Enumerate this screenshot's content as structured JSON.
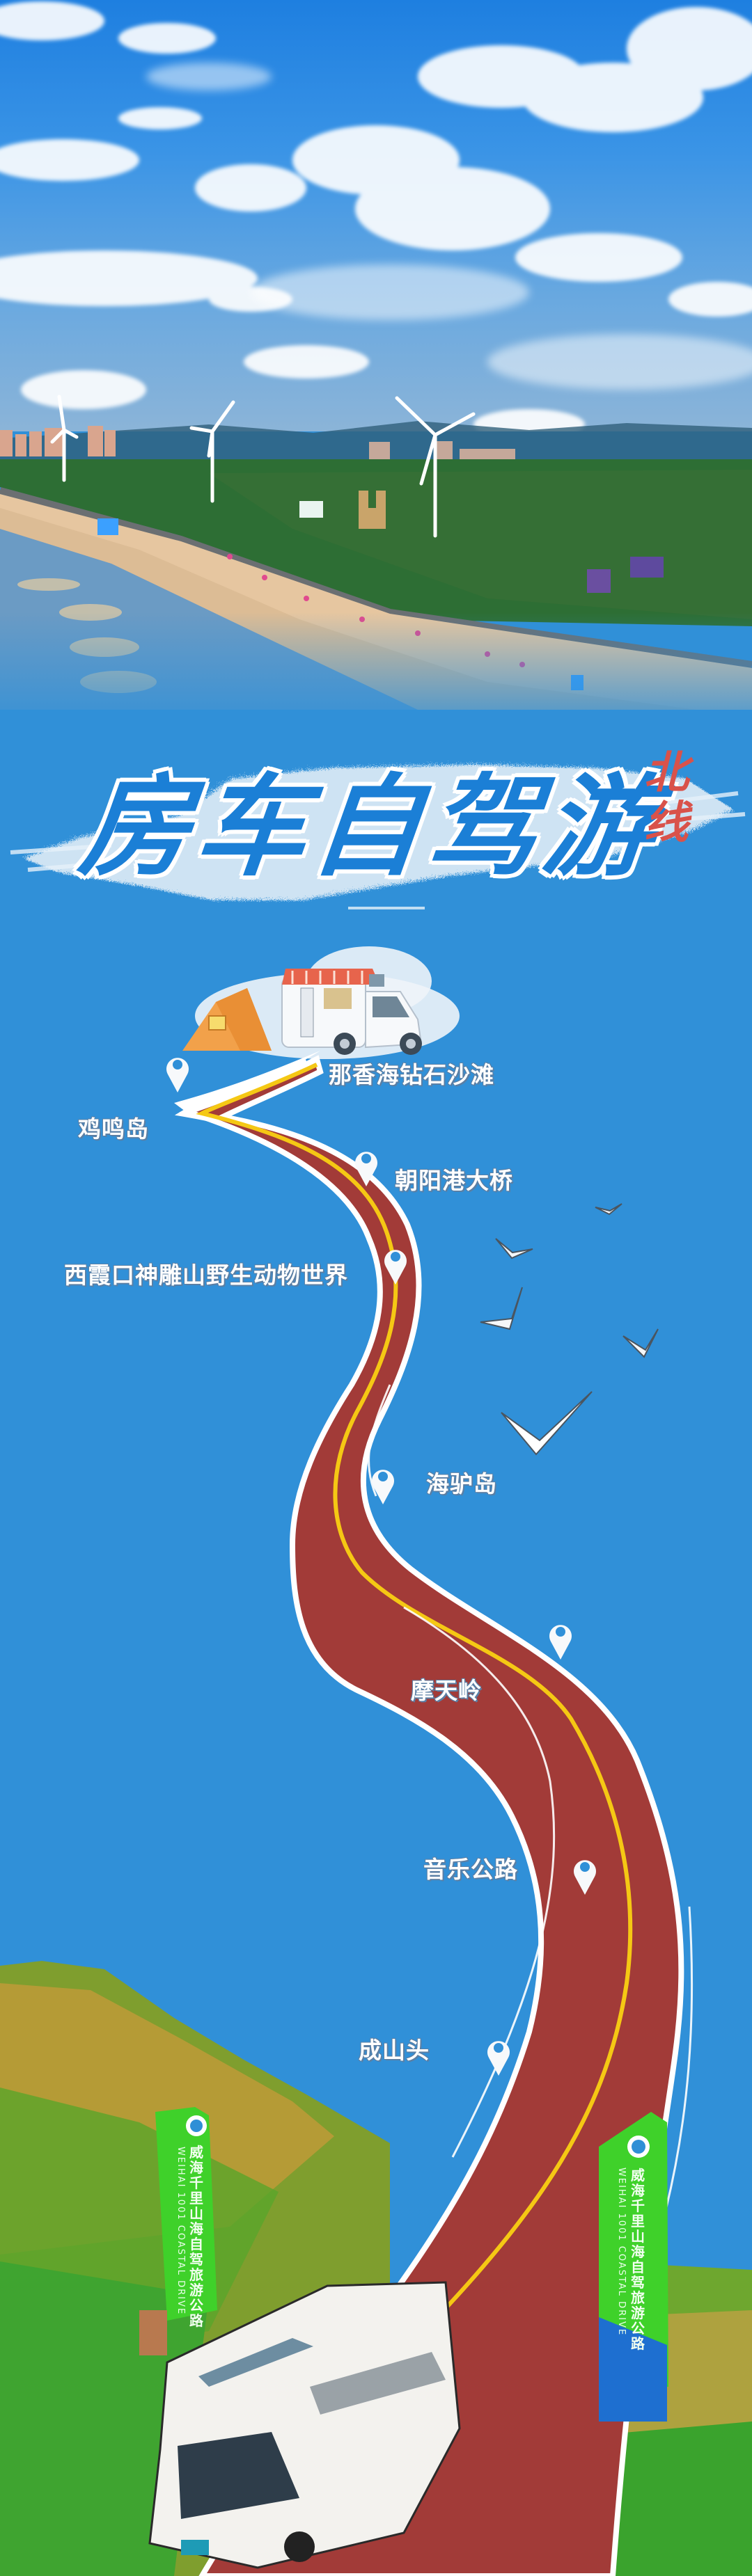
{
  "poster": {
    "title": "房车自驾游",
    "subtitle": "北线",
    "colors": {
      "background": "#3090d8",
      "road": "#a23b38",
      "center_line": "#f5c814",
      "title_blue": "#1b7fd6",
      "subtitle_red": "#d9524a",
      "sign_green": "#3fd12a",
      "sign_blue": "#1e6fd0"
    }
  },
  "route": {
    "stops": [
      {
        "label": "那香海钻石沙滩"
      },
      {
        "label": "鸡鸣岛"
      },
      {
        "label": "朝阳港大桥"
      },
      {
        "label": "西霞口神雕山野生动物世界"
      },
      {
        "label": "海驴岛"
      },
      {
        "label": "摩天岭"
      },
      {
        "label": "音乐公路"
      },
      {
        "label": "成山头"
      }
    ]
  },
  "signs": {
    "left": {
      "cn": "威海千里山海自驾旅游公路",
      "en": "WEIHAI 1001 COASTAL DRIVE"
    },
    "right": {
      "cn": "威海千里山海自驾旅游公路",
      "en": "WEIHAI 1001 COASTAL DRIVE"
    }
  }
}
